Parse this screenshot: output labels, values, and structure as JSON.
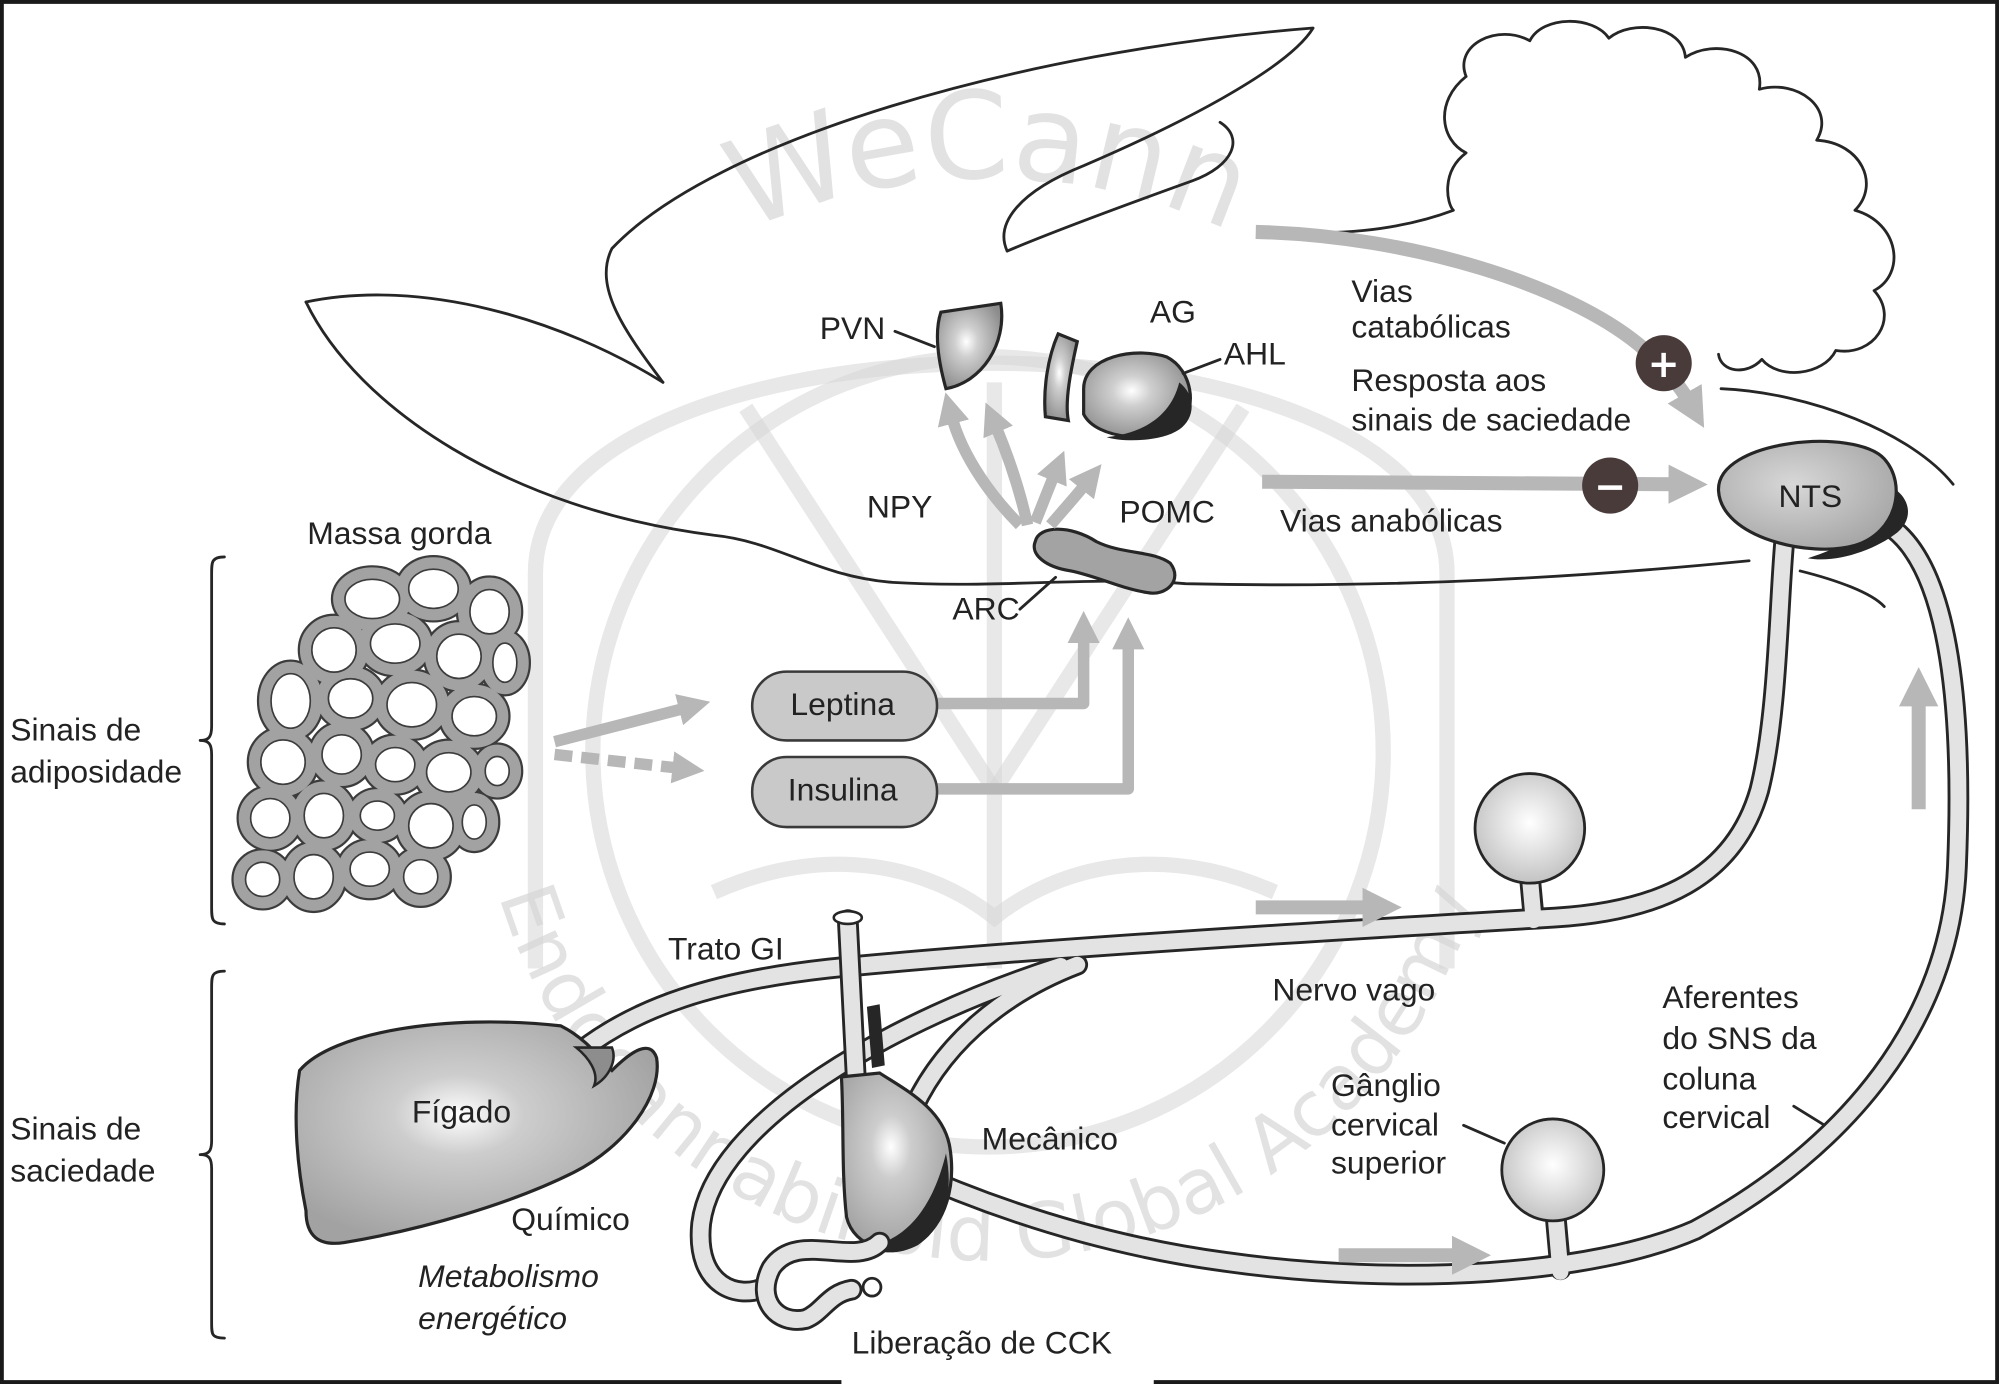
{
  "brain": {
    "pvn": "PVN",
    "ag": "AG",
    "ahl": "AHL",
    "npy": "NPY",
    "pomc": "POMC",
    "arc": "ARC",
    "nts": "NTS"
  },
  "pathways": {
    "catabolic": [
      "Vias",
      "catabólicas"
    ],
    "satiety_response": [
      "Resposta aos",
      "sinais de saciedade"
    ],
    "anabolic": "Vias anabólicas",
    "plus_sign": "+",
    "minus_sign": "−"
  },
  "adiposity": {
    "group_label": [
      "Sinais de",
      "adiposidade"
    ],
    "fat_mass": "Massa gorda",
    "leptin": "Leptina",
    "insulin": "Insulina"
  },
  "satiety": {
    "group_label": [
      "Sinais de",
      "saciedade"
    ],
    "liver": "Fígado",
    "chemical": "Químico",
    "energy_metabolism": [
      "Metabolismo",
      "energético"
    ],
    "gi_tract": "Trato GI",
    "mechanical": "Mecânico",
    "cck_release": "Liberação de CCK"
  },
  "nerves": {
    "vagus": "Nervo vago",
    "superior_cervical_ganglion": [
      "Gânglio",
      "cervical",
      "superior"
    ],
    "sns_afferents": [
      "Aferentes",
      "do SNS da",
      "coluna",
      "cervical"
    ]
  },
  "watermark": {
    "brand": "WeCann",
    "academy": "Endocannabinoid Global Academy"
  },
  "colors": {
    "arrow": "#b7b7b7",
    "structure": "#a3a3a3",
    "outline": "#262626",
    "nerve": "#e3e3e3",
    "hormone_pill": "#c9c9c9",
    "watermark": "#d6d6d6",
    "sign_circle": "#4a3b3b"
  }
}
